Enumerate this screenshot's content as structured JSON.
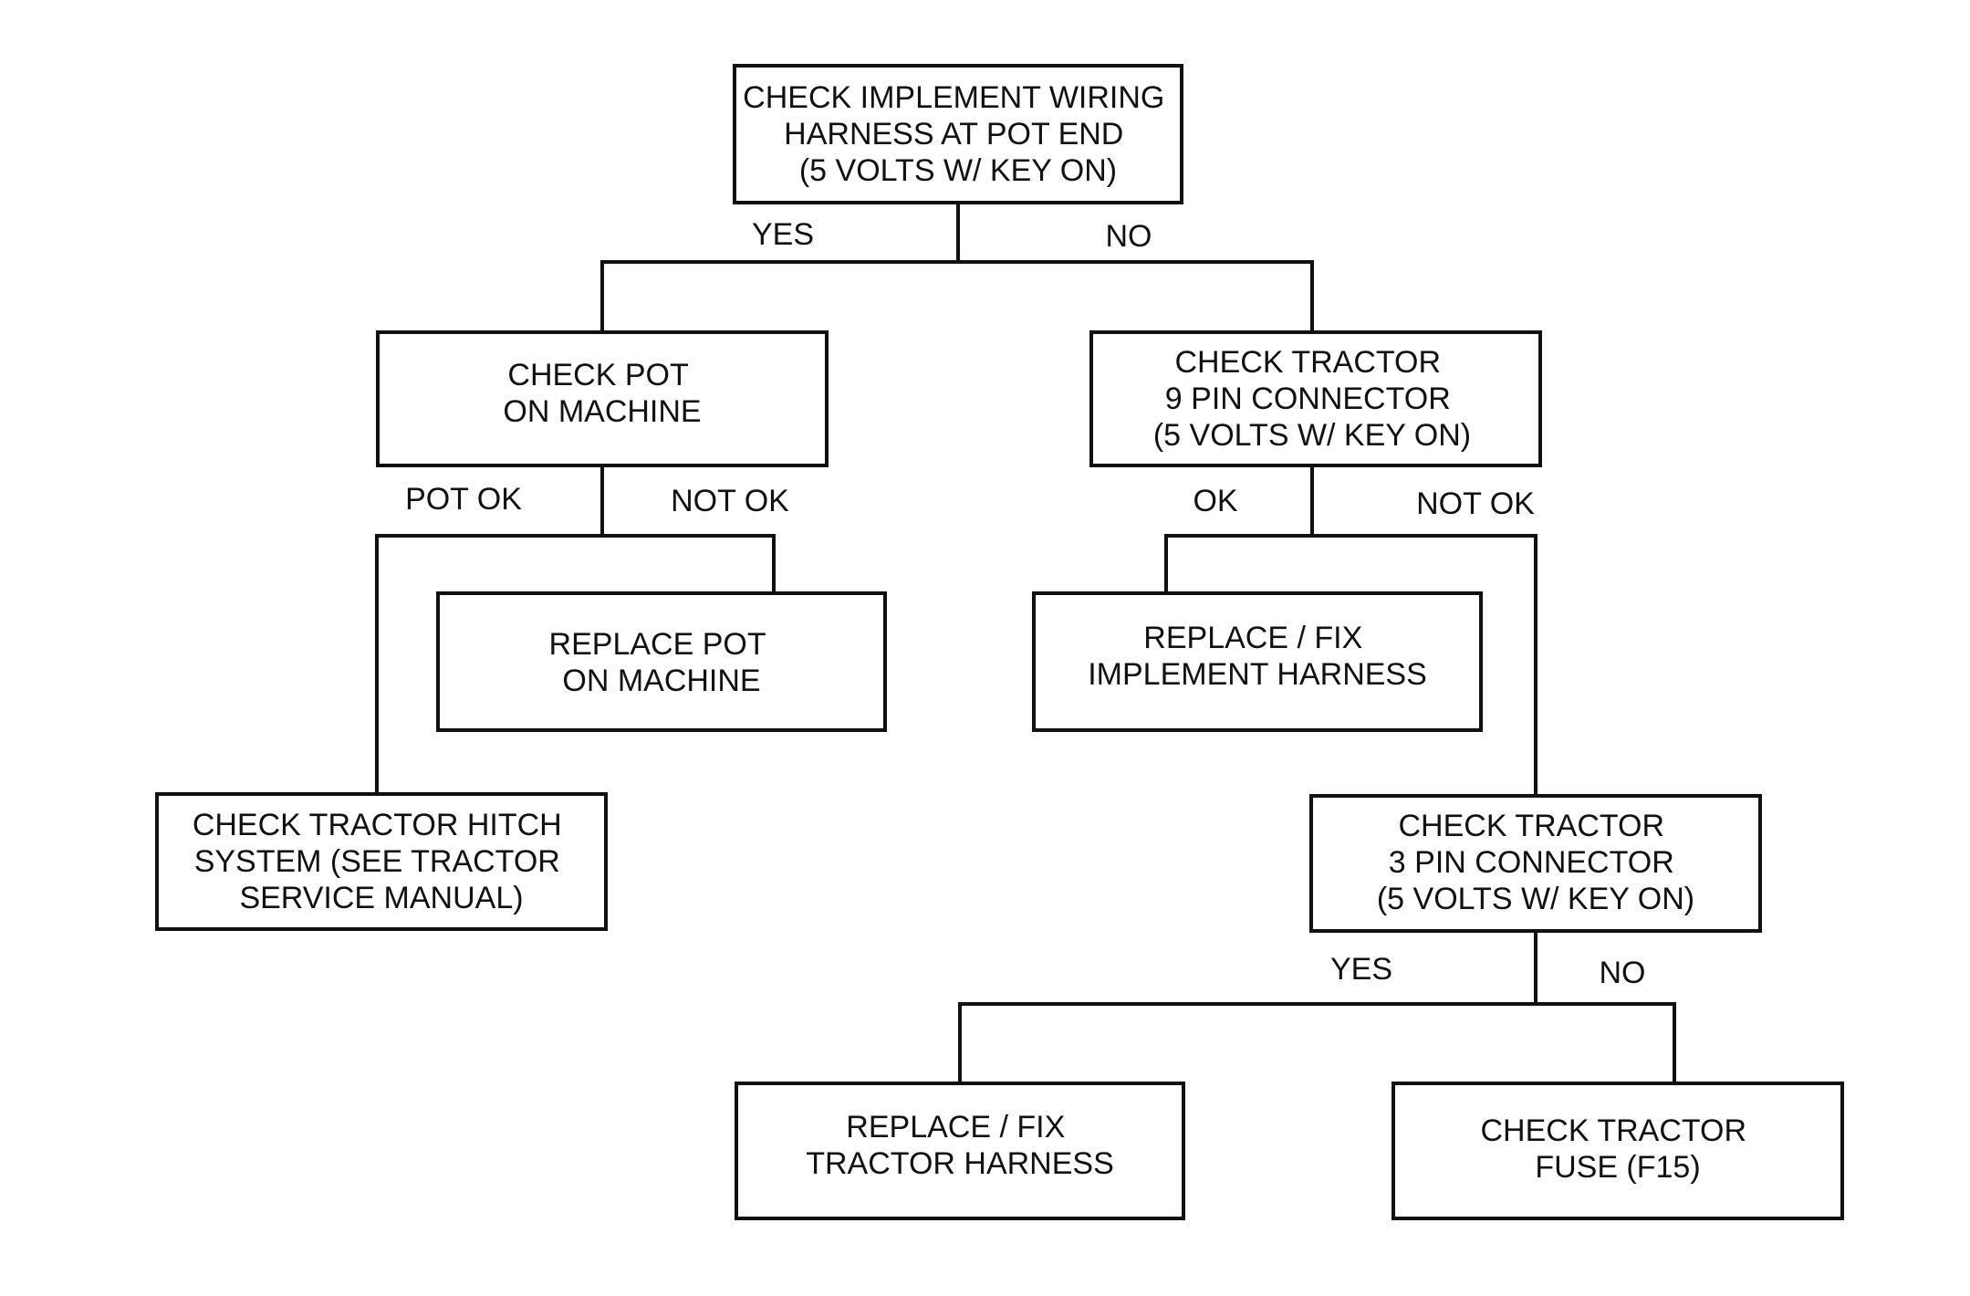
{
  "nodes": {
    "check_implement_harness": {
      "lines": [
        "CHECK IMPLEMENT WIRING",
        "HARNESS AT POT END",
        "(5 VOLTS W/ KEY ON)"
      ]
    },
    "check_pot": {
      "lines": [
        "CHECK POT",
        "ON MACHINE"
      ]
    },
    "check_9pin": {
      "lines": [
        "CHECK TRACTOR",
        "9 PIN CONNECTOR",
        "(5 VOLTS W/ KEY ON)"
      ]
    },
    "replace_pot": {
      "lines": [
        "REPLACE POT",
        "ON MACHINE"
      ]
    },
    "replace_implement_harness": {
      "lines": [
        "REPLACE / FIX",
        "IMPLEMENT HARNESS"
      ]
    },
    "check_hitch": {
      "lines": [
        "CHECK TRACTOR HITCH",
        "SYSTEM (SEE TRACTOR",
        "SERVICE MANUAL)"
      ]
    },
    "check_3pin": {
      "lines": [
        "CHECK TRACTOR",
        "3 PIN CONNECTOR",
        "(5 VOLTS W/ KEY ON)"
      ]
    },
    "replace_tractor_harness": {
      "lines": [
        "REPLACE / FIX",
        "TRACTOR HARNESS"
      ]
    },
    "check_fuse": {
      "lines": [
        "CHECK TRACTOR",
        "FUSE (F15)"
      ]
    }
  },
  "labels": {
    "top_yes": "YES",
    "top_no": "NO",
    "pot_ok": "POT OK",
    "pot_not_ok": "NOT OK",
    "nine_pin_ok": "OK",
    "nine_pin_not_ok": "NOT OK",
    "three_pin_yes": "YES",
    "three_pin_no": "NO"
  }
}
